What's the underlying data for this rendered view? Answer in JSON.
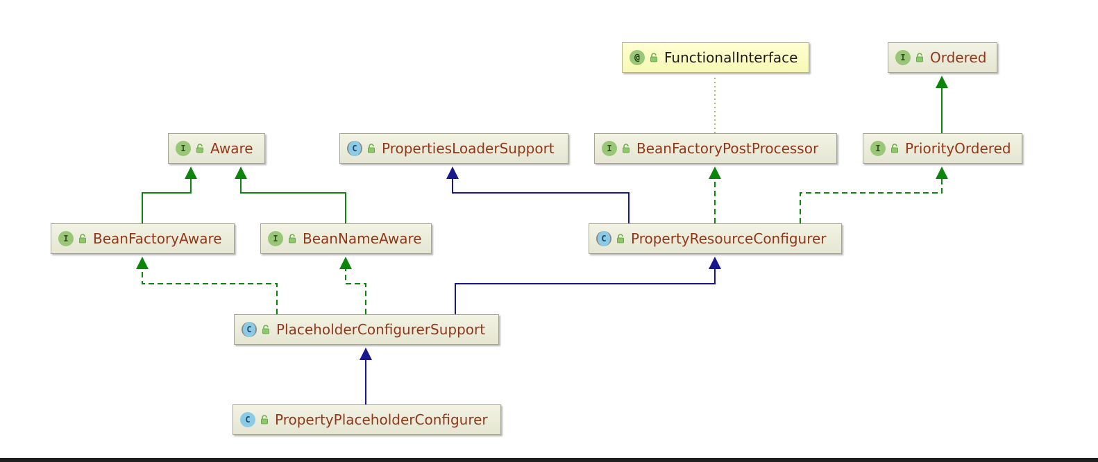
{
  "diagram": {
    "nodes": [
      {
        "id": "functional_interface",
        "label": "FunctionalInterface",
        "kind": "annotation",
        "icon": "annotation-icon"
      },
      {
        "id": "ordered",
        "label": "Ordered",
        "kind": "interface",
        "icon": "interface-icon"
      },
      {
        "id": "aware",
        "label": "Aware",
        "kind": "interface",
        "icon": "interface-icon"
      },
      {
        "id": "properties_loader_support",
        "label": "PropertiesLoaderSupport",
        "kind": "abstract-class",
        "icon": "abstract-class-icon"
      },
      {
        "id": "bean_factory_post_processor",
        "label": "BeanFactoryPostProcessor",
        "kind": "interface",
        "icon": "interface-icon"
      },
      {
        "id": "priority_ordered",
        "label": "PriorityOrdered",
        "kind": "interface",
        "icon": "interface-icon"
      },
      {
        "id": "bean_factory_aware",
        "label": "BeanFactoryAware",
        "kind": "interface",
        "icon": "interface-icon"
      },
      {
        "id": "bean_name_aware",
        "label": "BeanNameAware",
        "kind": "interface",
        "icon": "interface-icon"
      },
      {
        "id": "property_resource_configurer",
        "label": "PropertyResourceConfigurer",
        "kind": "abstract-class",
        "icon": "abstract-class-icon"
      },
      {
        "id": "placeholder_configurer_support",
        "label": "PlaceholderConfigurerSupport",
        "kind": "abstract-class",
        "icon": "abstract-class-icon"
      },
      {
        "id": "property_placeholder_configurer",
        "label": "PropertyPlaceholderConfigurer",
        "kind": "class",
        "icon": "class-icon"
      }
    ],
    "edges": [
      {
        "from": "bean_factory_aware",
        "to": "aware",
        "relation": "extends",
        "style": "solid",
        "color": "#0b850b"
      },
      {
        "from": "bean_name_aware",
        "to": "aware",
        "relation": "extends",
        "style": "solid",
        "color": "#0b850b"
      },
      {
        "from": "priority_ordered",
        "to": "ordered",
        "relation": "extends",
        "style": "solid",
        "color": "#0b850b"
      },
      {
        "from": "bean_factory_post_processor",
        "to": "functional_interface",
        "relation": "annotated",
        "style": "dotted",
        "color": "#9c9c3a"
      },
      {
        "from": "property_resource_configurer",
        "to": "properties_loader_support",
        "relation": "extends",
        "style": "solid",
        "color": "#17178e"
      },
      {
        "from": "property_resource_configurer",
        "to": "bean_factory_post_processor",
        "relation": "implements",
        "style": "dashed",
        "color": "#0b850b"
      },
      {
        "from": "property_resource_configurer",
        "to": "priority_ordered",
        "relation": "implements",
        "style": "dashed",
        "color": "#0b850b"
      },
      {
        "from": "placeholder_configurer_support",
        "to": "bean_factory_aware",
        "relation": "implements",
        "style": "dashed",
        "color": "#0b850b"
      },
      {
        "from": "placeholder_configurer_support",
        "to": "bean_name_aware",
        "relation": "implements",
        "style": "dashed",
        "color": "#0b850b"
      },
      {
        "from": "placeholder_configurer_support",
        "to": "property_resource_configurer",
        "relation": "extends",
        "style": "solid",
        "color": "#17178e"
      },
      {
        "from": "property_placeholder_configurer",
        "to": "placeholder_configurer_support",
        "relation": "extends",
        "style": "solid",
        "color": "#17178e"
      }
    ]
  },
  "icons": {
    "interface_glyph": "I",
    "class_glyph": "C",
    "annotation_glyph": "@",
    "visibility": "public-lock-icon"
  },
  "colors": {
    "node_label": "#93371a",
    "annotation_label": "#1c1c1c",
    "interface_relation": "#0b850b",
    "class_relation": "#17178e"
  }
}
